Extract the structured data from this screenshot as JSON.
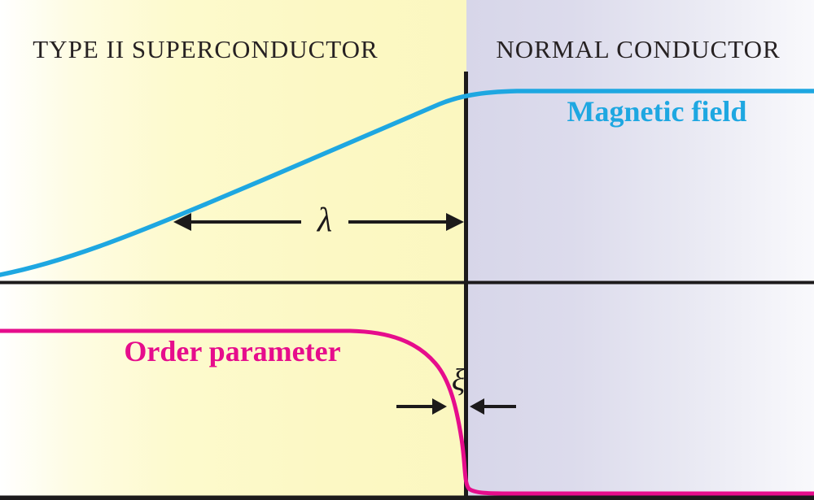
{
  "figure": {
    "regions": {
      "left": {
        "title": "TYPE II SUPERCONDUCTOR"
      },
      "right": {
        "title": "NORMAL CONDUCTOR"
      }
    },
    "labels": {
      "magnetic_field": "Magnetic field",
      "order_parameter": "Order parameter"
    },
    "symbols": {
      "penetration_depth": "λ",
      "coherence_length": "ξ"
    },
    "colors": {
      "magnetic_field_curve": "#1ea7e1",
      "order_parameter_curve": "#e60d8c",
      "axis_black": "#1c1a1b",
      "superconductor_bg_yellow": "#fcf8c4",
      "normal_bg_lavender": "#d7d6e9"
    }
  },
  "chart_data": {
    "type": "line",
    "title": "",
    "xlabel": "",
    "ylabel": "",
    "grid": false,
    "axis_ranges": {
      "x_fraction": [
        0,
        1
      ],
      "amplitude": [
        0,
        1
      ]
    },
    "boundary_x_fraction": 0.573,
    "series": [
      {
        "name": "Magnetic field",
        "color": "#1ea7e1",
        "region_behavior": "rises sigmoidally inside superconductor, saturates constant in normal conductor",
        "x": [
          0,
          0.1,
          0.2,
          0.3,
          0.4,
          0.48,
          0.54,
          0.573,
          0.65,
          1.0
        ],
        "values": [
          0.04,
          0.15,
          0.3,
          0.49,
          0.69,
          0.84,
          0.93,
          0.98,
          1.0,
          1.0
        ]
      },
      {
        "name": "Order parameter",
        "color": "#e60d8c",
        "region_behavior": "constant inside superconductor, falls steeply to zero at boundary over coherence length",
        "x": [
          0,
          0.43,
          0.48,
          0.52,
          0.545,
          0.56,
          0.567,
          0.573,
          0.6,
          1.0
        ],
        "values": [
          1.0,
          1.0,
          0.97,
          0.86,
          0.7,
          0.5,
          0.3,
          0.07,
          0.015,
          0.01
        ]
      }
    ],
    "annotations": [
      {
        "symbol": "λ",
        "meaning": "magnetic penetration depth",
        "x_span_fraction": [
          0.213,
          0.57
        ]
      },
      {
        "symbol": "ξ",
        "meaning": "coherence length",
        "x_position_fraction": 0.563
      }
    ]
  }
}
